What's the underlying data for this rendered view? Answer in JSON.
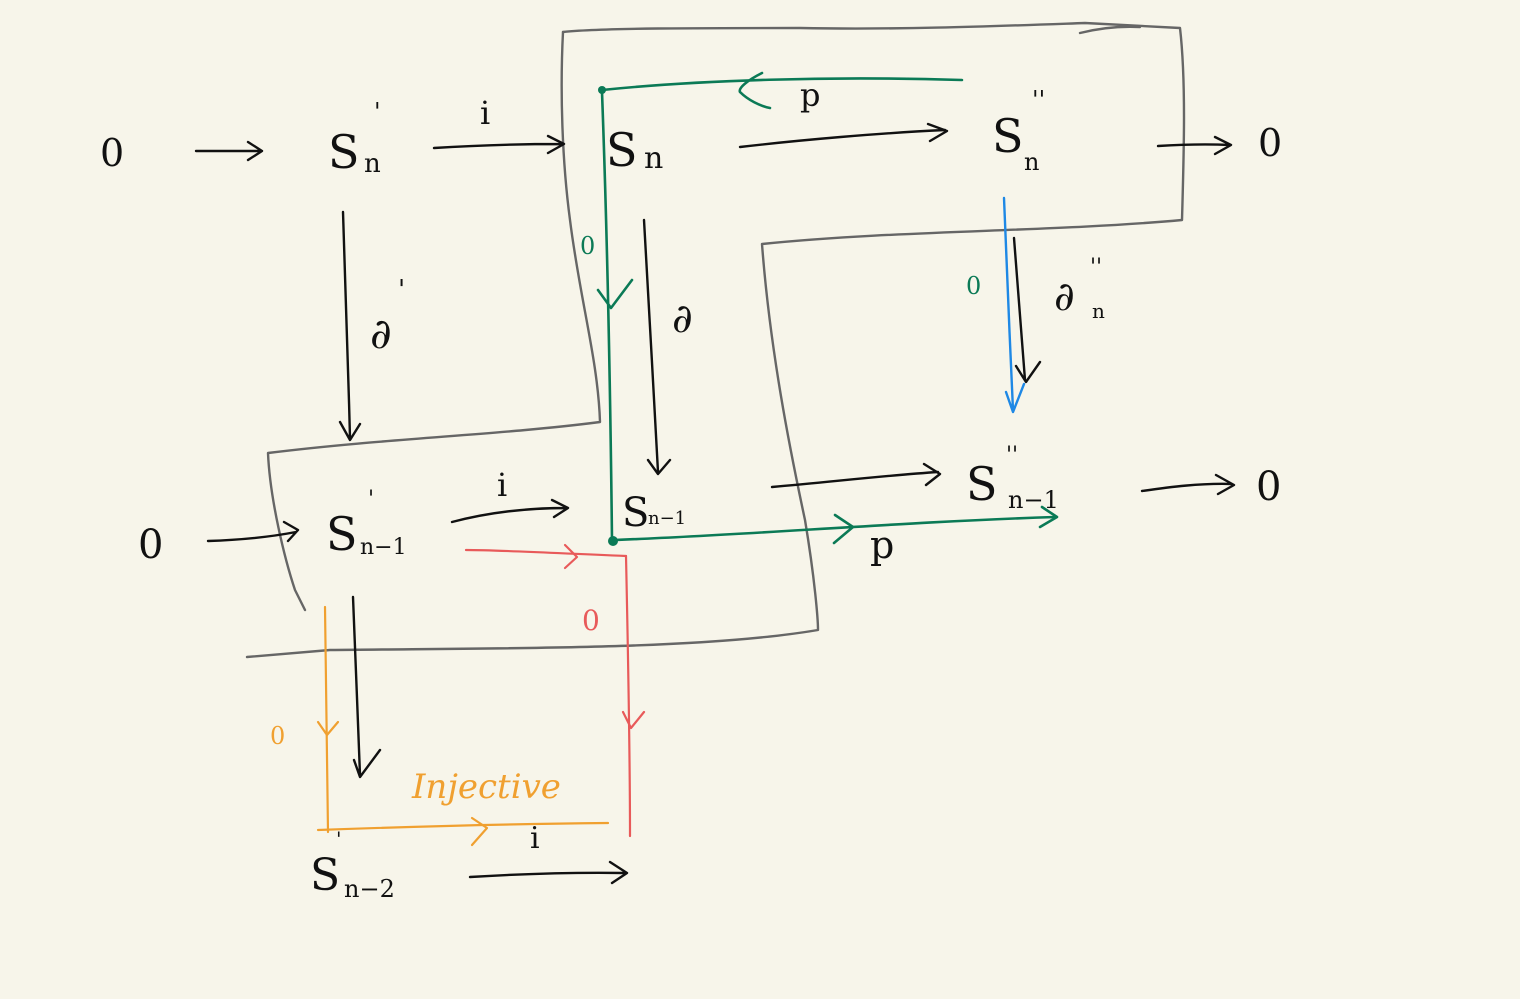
{
  "colors": {
    "background": "#f7f5ea",
    "ink": "#111111",
    "region_outline": "#666666",
    "path_green": "#0b7a56",
    "path_blue": "#1e88e5",
    "path_red": "#e85a5a",
    "path_orange": "#f0a030"
  },
  "top_row": {
    "zero_left": "0",
    "s_prime": "S",
    "s_prime_sub": "n",
    "s_prime_mark": "'",
    "map_i": "i",
    "s": "S",
    "s_sub": "n",
    "map_p": "p",
    "s_dprime": "S",
    "s_dprime_sub": "n",
    "s_dprime_mark": "''",
    "zero_right": "0"
  },
  "bottom_row": {
    "zero_left": "0",
    "s_prime": "S",
    "s_prime_sub": "n−1",
    "s_prime_mark": "'",
    "map_i": "i",
    "s": "S",
    "s_sub": "n−1",
    "map_p": "p",
    "s_dprime": "S",
    "s_dprime_sub": "n−1",
    "s_dprime_mark": "''",
    "zero_right": "0"
  },
  "third_row": {
    "s_prime": "S",
    "s_prime_sub": "n−2",
    "s_prime_mark": "'",
    "map_i": "i"
  },
  "vertical_maps": {
    "d_prime": "∂",
    "d_prime_mark": "'",
    "d": "∂",
    "d_dprime": "∂",
    "d_dprime_sub": "n",
    "d_dprime_mark": "''"
  },
  "annotations": {
    "green_zero": "0",
    "green_zero_right": "0",
    "red_zero": "0",
    "orange_zero": "0",
    "injective": "Injective"
  }
}
